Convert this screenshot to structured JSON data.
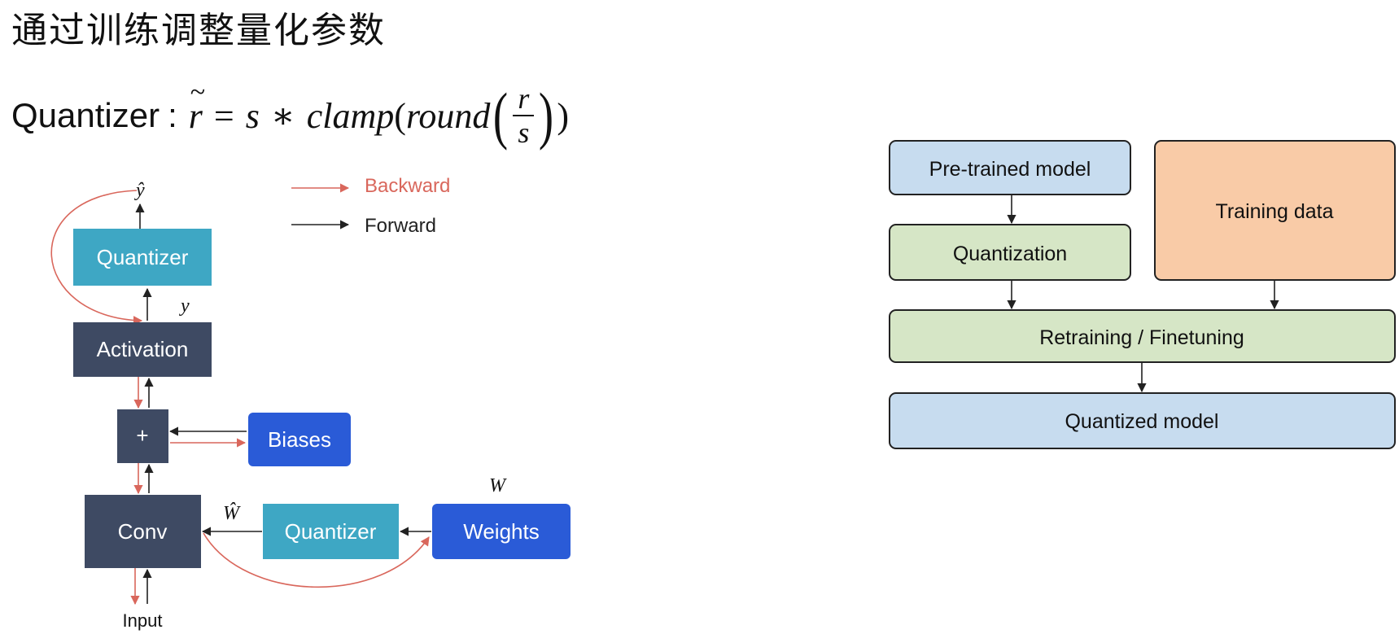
{
  "slide": {
    "title": "通过训练调整量化参数",
    "formula": {
      "label": "Quantizer",
      "separator": ":",
      "lhs": "r",
      "tilde": "~",
      "equals": "=",
      "s": "s",
      "star": "∗",
      "fn_clamp": "clamp",
      "fn_round": "round",
      "frac_num": "r",
      "frac_den": "s"
    }
  },
  "left_diagram": {
    "legend": {
      "backward": "Backward",
      "forward": "Forward"
    },
    "labels": {
      "y_hat": "ŷ",
      "y": "y",
      "w": "W",
      "w_hat": "Ŵ",
      "input": "Input"
    },
    "boxes": {
      "quantizer_top": "Quantizer",
      "activation": "Activation",
      "plus": "+",
      "biases": "Biases",
      "conv": "Conv",
      "quantizer_mid": "Quantizer",
      "weights": "Weights"
    },
    "colors": {
      "quantizer": "#3ea7c4",
      "dark": "#3e4a63",
      "blue": "#2a5bd7",
      "backward": "#d9675c",
      "forward": "#222222"
    }
  },
  "right_diagram": {
    "boxes": {
      "pretrained": "Pre-trained model",
      "training_data": "Training data",
      "quantization": "Quantization",
      "retraining": "Retraining / Finetuning",
      "quantized_model": "Quantized model"
    },
    "colors": {
      "blue": "#c7dcef",
      "green": "#d6e6c6",
      "orange": "#f9cba7",
      "border": "#222222"
    }
  }
}
